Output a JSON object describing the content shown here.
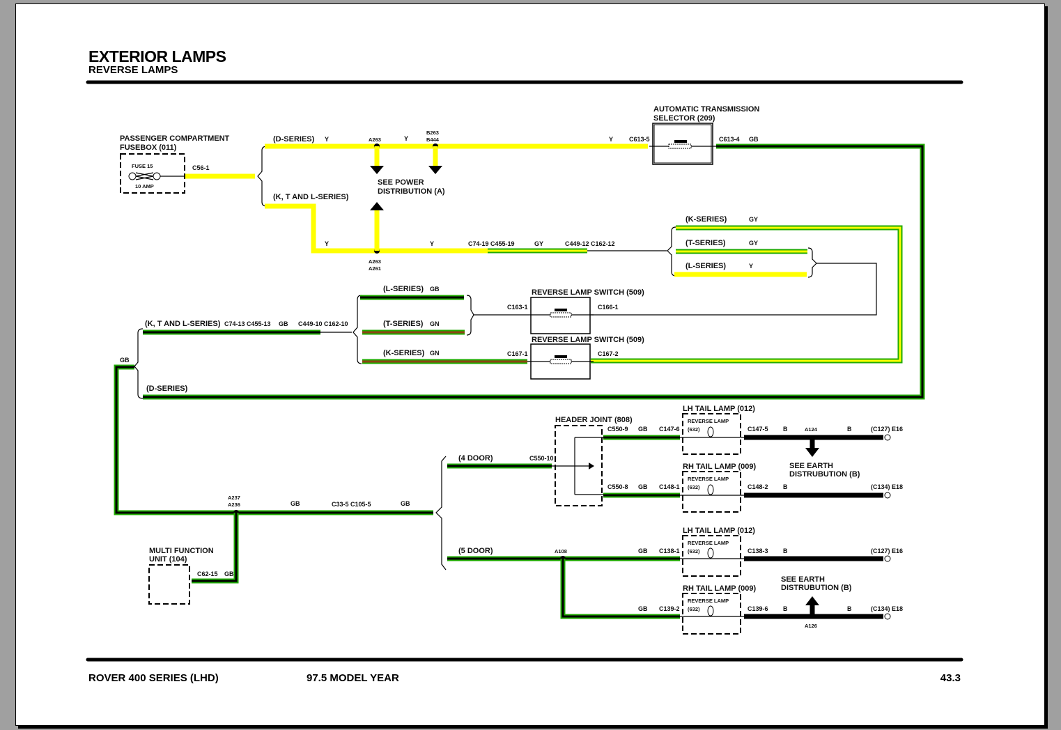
{
  "header": {
    "title": "EXTERIOR LAMPS",
    "subtitle": "REVERSE LAMPS"
  },
  "footer": {
    "model": "ROVER 400 SERIES (LHD)",
    "year": "97.5 MODEL YEAR",
    "page": "43.3"
  },
  "colors": {
    "yellow_wire": "#ffff00",
    "green_wire": "#1faa00",
    "black_wire": "#000000",
    "brown_stripe": "#8b4513",
    "page_background": "#a0a0a0"
  },
  "components": {
    "fusebox": {
      "title1": "PASSENGER COMPARTMENT",
      "title2": "FUSEBOX (011)",
      "fuse": "FUSE 15",
      "rating": "10 AMP",
      "connector": "C56-1"
    },
    "ats": {
      "title1": "AUTOMATIC TRANSMISSION",
      "title2": "SELECTOR (209)",
      "in": "C613-5",
      "out": "C613-4"
    },
    "rls1": {
      "title": "REVERSE LAMP SWITCH (509)",
      "in": "C163-1",
      "out": "C166-1"
    },
    "rls2": {
      "title": "REVERSE LAMP SWITCH (509)",
      "in": "C167-1",
      "out": "C167-2"
    },
    "header_joint": {
      "title": "HEADER JOINT (808)",
      "in": "C550-10",
      "out1": "C550-9",
      "out2": "C550-8"
    },
    "mfu": {
      "title1": "MULTI FUNCTION",
      "title2": "UNIT (104)",
      "connector": "C62-15"
    },
    "lamp_lh_4d": {
      "title": "LH TAIL LAMP (012)",
      "inner": "REVERSE LAMP",
      "code": "(632)",
      "in": "C147-6",
      "out": "C147-5"
    },
    "lamp_rh_4d": {
      "title": "RH TAIL LAMP (009)",
      "inner": "REVERSE LAMP",
      "code": "(632)",
      "in": "C148-1",
      "out": "C148-2"
    },
    "lamp_lh_5d": {
      "title": "LH TAIL LAMP (012)",
      "inner": "REVERSE LAMP",
      "code": "(632)",
      "in": "C138-1",
      "out": "C138-3"
    },
    "lamp_rh_5d": {
      "title": "RH TAIL LAMP (009)",
      "inner": "REVERSE LAMP",
      "code": "(632)",
      "in": "C139-2",
      "out": "C139-6"
    }
  },
  "labels": {
    "d_series": "(D-SERIES)",
    "ktl_series": "(K, T AND L-SERIES)",
    "k_series": "(K-SERIES)",
    "t_series": "(T-SERIES)",
    "l_series": "(L-SERIES)",
    "door4": "(4 DOOR)",
    "door5": "(5 DOOR)",
    "see_power1": "SEE POWER",
    "see_power2": "DISTRIBUTION (A)",
    "see_earth1": "SEE EARTH",
    "see_earth2": "DISTRUBUTION (B)",
    "Y": "Y",
    "GB": "GB",
    "GY": "GY",
    "GN": "GN",
    "B": "B"
  },
  "splices": {
    "a263": "A263",
    "b263": "B263",
    "b444": "B444",
    "a263b": "A263",
    "a261": "A261",
    "a237": "A237",
    "a236": "A236",
    "a108": "A108",
    "a124": "A124",
    "a126": "A126"
  },
  "connectors": {
    "c74_19": "C74-19 C455-19",
    "c449_12": "C449-12 C162-12",
    "c74_13": "C74-13 C455-13",
    "c449_10": "C449-10 C162-10",
    "c33_5": "C33-5 C105-5"
  },
  "earths": {
    "e16": "(C127) E16",
    "e18": "(C134) E18"
  }
}
